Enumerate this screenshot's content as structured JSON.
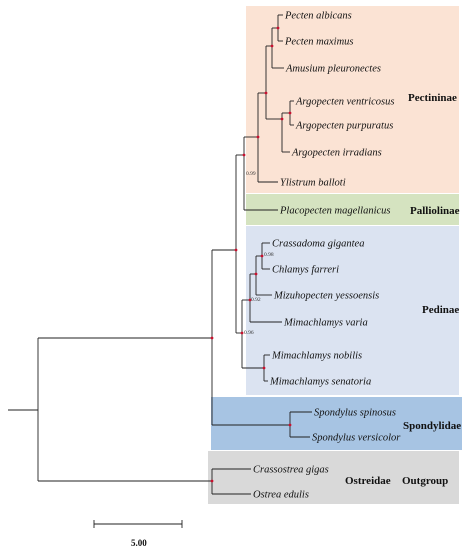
{
  "colors": {
    "pectininae": "#fbe3d4",
    "palliolinae": "#d5e3c0",
    "pedinae": "#dbe3f1",
    "spondylidae": "#a7c4e3",
    "outgroup": "#d9d9d9",
    "node": "#c8102e",
    "branch": "#222222"
  },
  "groups": {
    "pectininae": "Pectininae",
    "palliolinae": "Palliolinae",
    "pedinae": "Pedinae",
    "spondylidae": "Spondylidae",
    "ostreidae": "Ostreidae",
    "outgroup": "Outgroup"
  },
  "taxa": [
    "Pecten albicans",
    "Pecten maximus",
    "Amusium pleuronectes",
    "Argopecten ventricosus",
    "Argopecten purpuratus",
    "Argopecten irradians",
    "Ylistrum balloti",
    "Placopecten magellanicus",
    "Crassadoma gigantea",
    "Chlamys farreri",
    "Mizuhopecten yessoensis",
    "Mimachlamys varia",
    "Mimachlamys nobilis",
    "Mimachlamys senatoria",
    "Spondylus spinosus",
    "Spondylus versicolor",
    "Crassostrea gigas",
    "Ostrea edulis"
  ],
  "support_values": [
    "0.99",
    "0.98",
    "0.92",
    "0.96"
  ],
  "scale_bar": {
    "label": "5.00"
  }
}
